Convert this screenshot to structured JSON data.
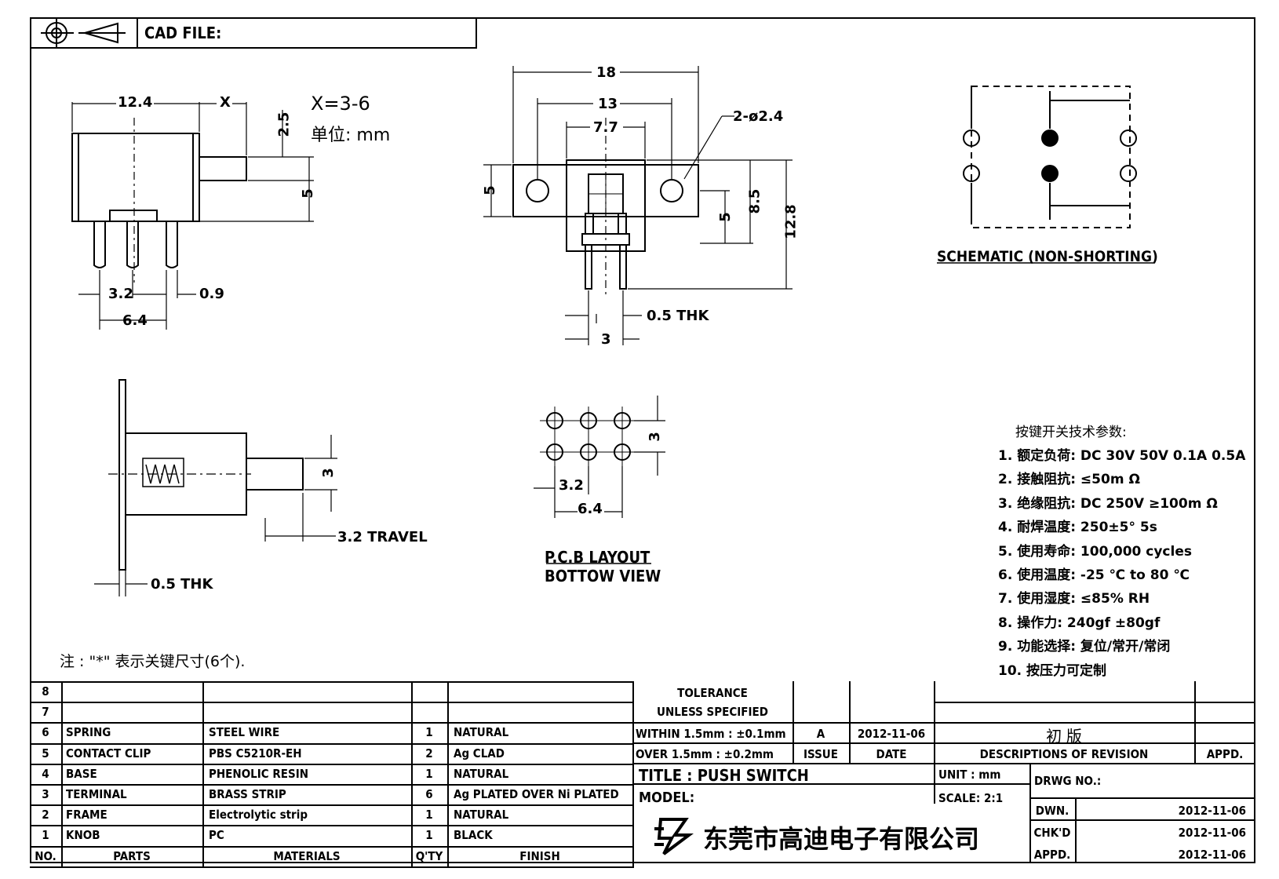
{
  "header": {
    "cad_label": "CAD FILE:"
  },
  "side_view": {
    "dim_top_left": "12.4",
    "dim_x": "X",
    "dim_2_5": "2.5",
    "dim_5": "5",
    "dim_3_2": "3.2",
    "dim_0_9": "0.9",
    "dim_6_4": "6.4"
  },
  "notes": {
    "x_range": "X=3-6",
    "unit": "单位: mm"
  },
  "front_view": {
    "dim_18": "18",
    "dim_13": "13",
    "dim_7_7": "7.7",
    "dim_hole": "2-ø2.4",
    "dim_5_left": "5",
    "dim_5_right": "5",
    "dim_8_5": "8.5",
    "dim_12_8": "12.8",
    "dim_thk": "0.5 THK",
    "dim_3": "3"
  },
  "schematic": {
    "label": "SCHEMATIC (NON-SHORTING)"
  },
  "travel_view": {
    "dim_3": "3",
    "travel": "3.2 TRAVEL",
    "thk": "0.5 THK"
  },
  "pcb": {
    "dim_3": "3",
    "dim_3_2": "3.2",
    "dim_6_4": "6.4",
    "label1": "P.C.B LAYOUT",
    "label2": "BOTTOW VIEW"
  },
  "specs": {
    "title": "按键开关技术参数:",
    "items": [
      "1.  额定负荷: DC 30V 50V    0.1A  0.5A",
      "2.  接触阻抗:  ≤50m Ω",
      "3.  绝缘阻抗: DC 250V  ≥100m Ω",
      "4.  耐焊温度: 250±5°    5s",
      "5.  使用寿命: 100,000 cycles",
      "6.  使用温度: -25  ℃  to 80  ℃",
      "7.  使用湿度:  ≤85% RH",
      "8.  操作力: 240gf  ±80gf",
      "9.  功能选择: 复位/常开/常闭",
      "10.  按压力可定制"
    ]
  },
  "footnote": "注 :  \"*\"   表示关键尺寸(6个).",
  "bom": {
    "rows": [
      {
        "no": "8",
        "part": "",
        "material": "",
        "qty": "",
        "finish": ""
      },
      {
        "no": "7",
        "part": "",
        "material": "",
        "qty": "",
        "finish": ""
      },
      {
        "no": "6",
        "part": "SPRING",
        "material": "STEEL WIRE",
        "qty": "1",
        "finish": "NATURAL"
      },
      {
        "no": "5",
        "part": "CONTACT CLIP",
        "material": "PBS C5210R-EH",
        "qty": "2",
        "finish": "Ag CLAD"
      },
      {
        "no": "4",
        "part": "BASE",
        "material": "PHENOLIC RESIN",
        "qty": "1",
        "finish": "NATURAL"
      },
      {
        "no": "3",
        "part": "TERMINAL",
        "material": "BRASS STRIP",
        "qty": "6",
        "finish": "Ag PLATED OVER Ni PLATED"
      },
      {
        "no": "2",
        "part": "FRAME",
        "material": "Electrolytic strip",
        "qty": "1",
        "finish": "NATURAL"
      },
      {
        "no": "1",
        "part": "KNOB",
        "material": "PC",
        "qty": "1",
        "finish": "BLACK"
      }
    ],
    "headers": {
      "no": "NO.",
      "part": "PARTS",
      "material": "MATERIALS",
      "qty": "Q'TY",
      "finish": "FINISH"
    }
  },
  "title_block": {
    "tolerance1": "TOLERANCE",
    "tolerance2": "UNLESS   SPECIFIED",
    "within": "WITHIN 1.5mm : ±0.1mm",
    "over": "OVER 1.5mm : ±0.2mm",
    "issue_val": "A",
    "date_val": "2012-11-06",
    "rev_desc": "初 版",
    "issue": "ISSUE",
    "date": "DATE",
    "desc": "DESCRIPTIONS  OF  REVISION",
    "appd": "APPD.",
    "title": "TITLE :   PUSH SWITCH",
    "model": "MODEL:",
    "unit": "UNIT :   mm",
    "scale": "SCALE:   2:1",
    "drwg": "DRWG NO.:",
    "dwn": "DWN.",
    "chkd": "CHK'D",
    "appd2": "APPD.",
    "dwn_date": "2012-11-06",
    "chkd_date": "2012-11-06",
    "appd_date": "2012-11-06",
    "company": "东莞市高迪电子有限公司"
  }
}
